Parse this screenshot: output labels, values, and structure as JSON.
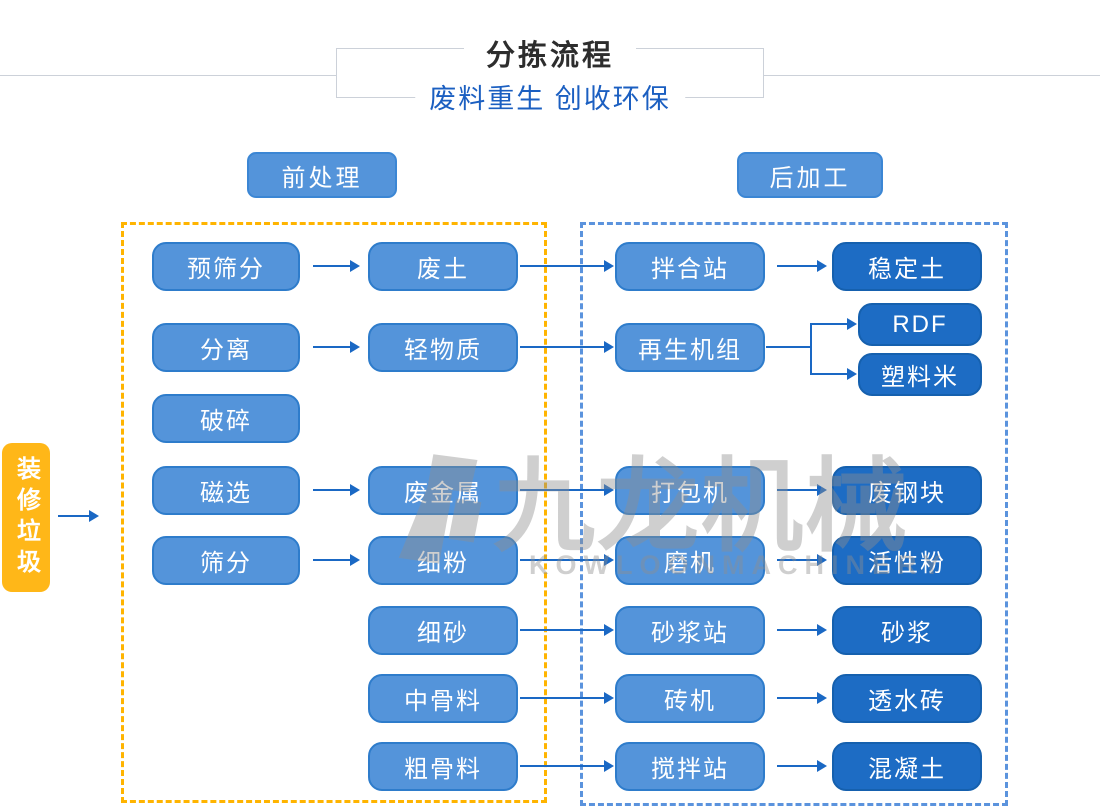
{
  "header": {
    "title": "分拣流程",
    "subtitle": "废料重生 创收环保"
  },
  "section_labels": {
    "pre": "前处理",
    "post": "后加工"
  },
  "source_box": {
    "label": "装修垃圾"
  },
  "watermark": {
    "logo_icon": "kowloon-machinery-logo",
    "cn": "九龙机械",
    "en": "KOWLOONMACHINERY"
  },
  "colors": {
    "light_node_fill": "#5494da",
    "light_node_border": "#2e7ccb",
    "dark_node_fill": "#1d6cc4",
    "source_yellow": "#ffb718",
    "pre_region_dash": "#ffb400",
    "post_region_dash": "#5b93dd",
    "arrow_blue": "#1a68c4",
    "subtitle_blue": "#1b5fc1",
    "title_color": "#2d2d2d"
  },
  "nodes": [
    {
      "name": "pre-screening",
      "label": "预筛分",
      "row": 1,
      "col": 1,
      "variant": "light"
    },
    {
      "name": "waste-soil",
      "label": "废土",
      "row": 1,
      "col": 2,
      "variant": "light"
    },
    {
      "name": "mixing-plant",
      "label": "拌合站",
      "row": 1,
      "col": 3,
      "variant": "light"
    },
    {
      "name": "stabilized-soil",
      "label": "稳定土",
      "row": 1,
      "col": 4,
      "variant": "dark"
    },
    {
      "name": "separation",
      "label": "分离",
      "row": 2,
      "col": 1,
      "variant": "light"
    },
    {
      "name": "light-material",
      "label": "轻物质",
      "row": 2,
      "col": 2,
      "variant": "light"
    },
    {
      "name": "regeneration-unit",
      "label": "再生机组",
      "row": 2,
      "col": 3,
      "variant": "light"
    },
    {
      "name": "rdf",
      "label": "RDF",
      "row": 2,
      "col": 4,
      "variant": "dark",
      "sub": "top"
    },
    {
      "name": "plastic-pellets",
      "label": "塑料米",
      "row": 2,
      "col": 4,
      "variant": "dark",
      "sub": "bottom"
    },
    {
      "name": "crushing",
      "label": "破碎",
      "row": 3,
      "col": 1,
      "variant": "light"
    },
    {
      "name": "magnetic-separation",
      "label": "磁选",
      "row": 4,
      "col": 1,
      "variant": "light"
    },
    {
      "name": "waste-metal",
      "label": "废金属",
      "row": 4,
      "col": 2,
      "variant": "light"
    },
    {
      "name": "baler",
      "label": "打包机",
      "row": 4,
      "col": 3,
      "variant": "light"
    },
    {
      "name": "waste-steel-block",
      "label": "废钢块",
      "row": 4,
      "col": 4,
      "variant": "dark"
    },
    {
      "name": "screening",
      "label": "筛分",
      "row": 5,
      "col": 1,
      "variant": "light"
    },
    {
      "name": "fine-powder",
      "label": "细粉",
      "row": 5,
      "col": 2,
      "variant": "light"
    },
    {
      "name": "mill",
      "label": "磨机",
      "row": 5,
      "col": 3,
      "variant": "light"
    },
    {
      "name": "active-powder",
      "label": "活性粉",
      "row": 5,
      "col": 4,
      "variant": "dark"
    },
    {
      "name": "fine-sand",
      "label": "细砂",
      "row": 6,
      "col": 2,
      "variant": "light"
    },
    {
      "name": "mortar-station",
      "label": "砂浆站",
      "row": 6,
      "col": 3,
      "variant": "light"
    },
    {
      "name": "mortar",
      "label": "砂浆",
      "row": 6,
      "col": 4,
      "variant": "dark"
    },
    {
      "name": "medium-aggregate",
      "label": "中骨料",
      "row": 7,
      "col": 2,
      "variant": "light"
    },
    {
      "name": "brick-machine",
      "label": "砖机",
      "row": 7,
      "col": 3,
      "variant": "light"
    },
    {
      "name": "permeable-brick",
      "label": "透水砖",
      "row": 7,
      "col": 4,
      "variant": "dark"
    },
    {
      "name": "coarse-aggregate",
      "label": "粗骨料",
      "row": 8,
      "col": 2,
      "variant": "light"
    },
    {
      "name": "stirring-station",
      "label": "搅拌站",
      "row": 8,
      "col": 3,
      "variant": "light"
    },
    {
      "name": "concrete",
      "label": "混凝土",
      "row": 8,
      "col": 4,
      "variant": "dark"
    }
  ]
}
